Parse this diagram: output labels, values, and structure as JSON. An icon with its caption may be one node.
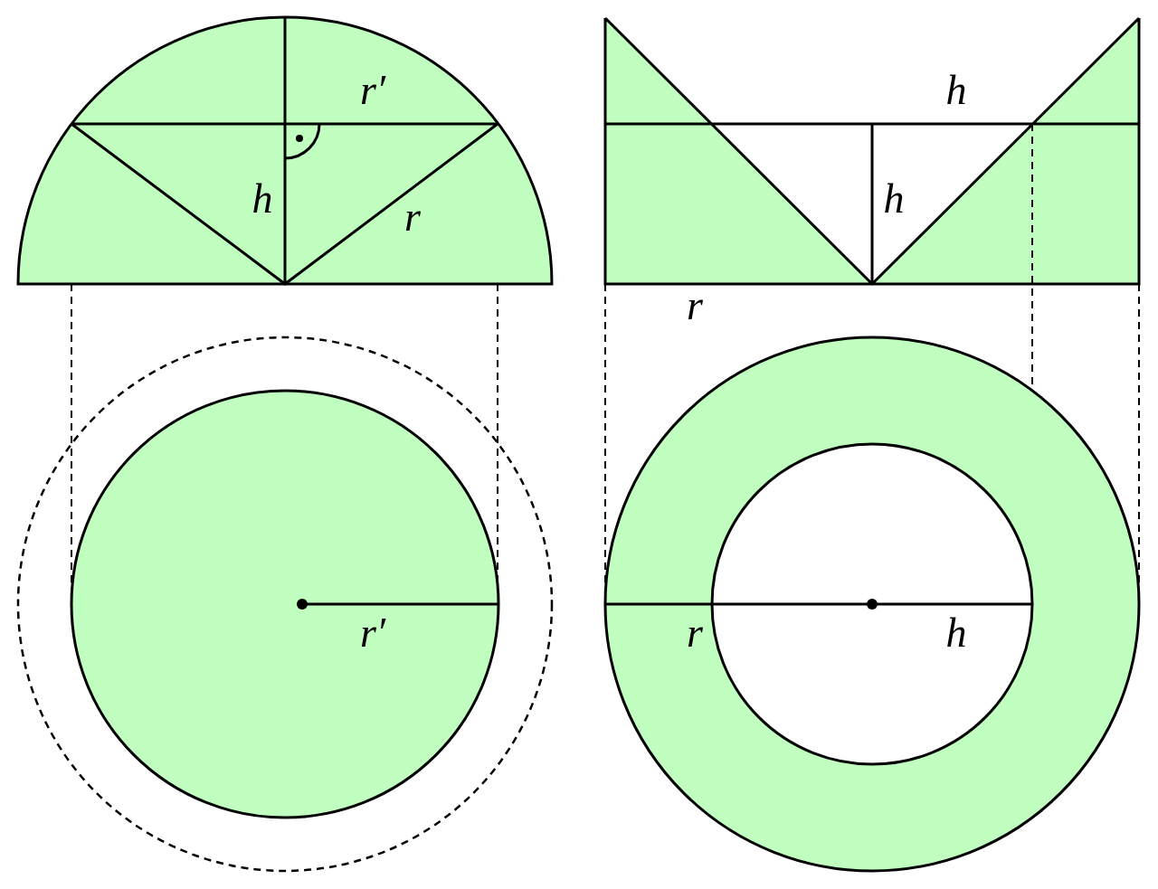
{
  "diagram": {
    "labels": [
      "r′",
      "h",
      "r",
      "h",
      "h",
      "r",
      "r′",
      "r",
      "h"
    ]
  }
}
